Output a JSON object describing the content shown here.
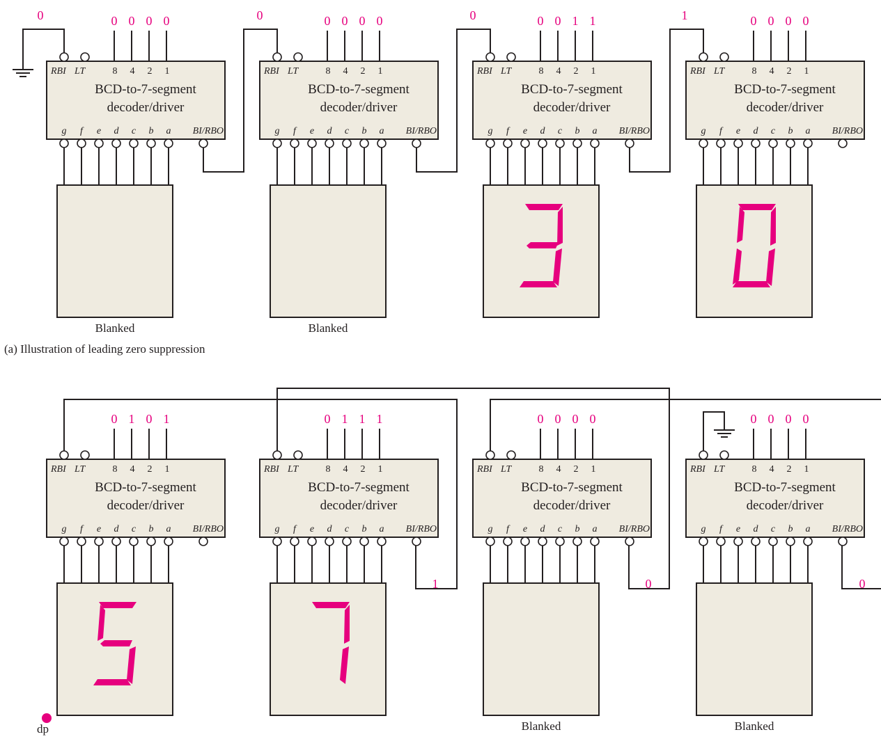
{
  "colors": {
    "accent": "#e6007e",
    "box_fill": "#efebe0",
    "line": "#231f20"
  },
  "labels": {
    "block_title_1": "BCD-to-7-segment",
    "block_title_2": "decoder/driver",
    "rbi": "RBI",
    "lt": "LT",
    "bi_rbo": "BI/RBO",
    "weights": [
      "8",
      "4",
      "2",
      "1"
    ],
    "segments": [
      "g",
      "f",
      "e",
      "d",
      "c",
      "b",
      "a"
    ],
    "blanked": "Blanked",
    "dp": "dp"
  },
  "part_a": {
    "caption": "(a) Illustration of leading zero suppression",
    "rbi_inputs": [
      "0",
      "0",
      "0",
      "1"
    ],
    "bcd": [
      [
        "0",
        "0",
        "0",
        "0"
      ],
      [
        "0",
        "0",
        "0",
        "0"
      ],
      [
        "0",
        "0",
        "1",
        "1"
      ],
      [
        "0",
        "0",
        "0",
        "0"
      ]
    ],
    "displays": [
      "",
      "",
      "3",
      "0"
    ]
  },
  "part_b": {
    "bcd": [
      [
        "0",
        "1",
        "0",
        "1"
      ],
      [
        "0",
        "1",
        "1",
        "1"
      ],
      [
        "0",
        "0",
        "0",
        "0"
      ],
      [
        "0",
        "0",
        "0",
        "0"
      ]
    ],
    "rbo_outputs": [
      "1",
      "0",
      "0"
    ],
    "displays": [
      "5",
      "7",
      "",
      ""
    ]
  }
}
